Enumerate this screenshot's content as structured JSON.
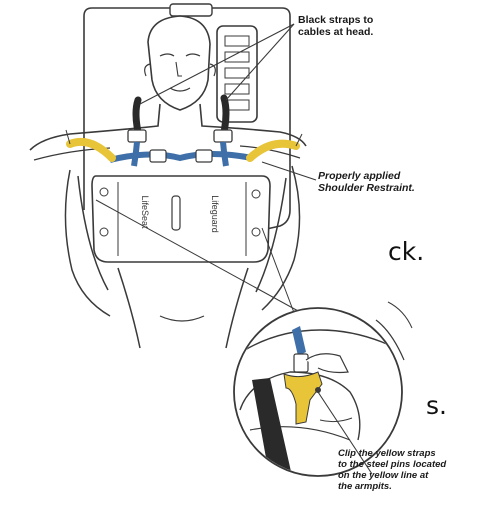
{
  "callouts": {
    "black_straps": "Black straps to\ncables at head.",
    "shoulder_restraint": "Properly applied\nShoulder Restraint.",
    "yellow_straps": "Clip the yellow straps\nto the steel pins located\non the yellow line at\nthe armpits."
  },
  "body_text": {
    "fragment_1": "ck.",
    "fragment_2": "s."
  },
  "device": {
    "brand_left": "LifeSeat",
    "brand_right": "Lifeguard"
  },
  "colors": {
    "yellow_strap": "#e8c438",
    "blue_strap": "#3f6fa8",
    "black_strap": "#2a2a2a",
    "line_art": "#3a3a3a"
  }
}
